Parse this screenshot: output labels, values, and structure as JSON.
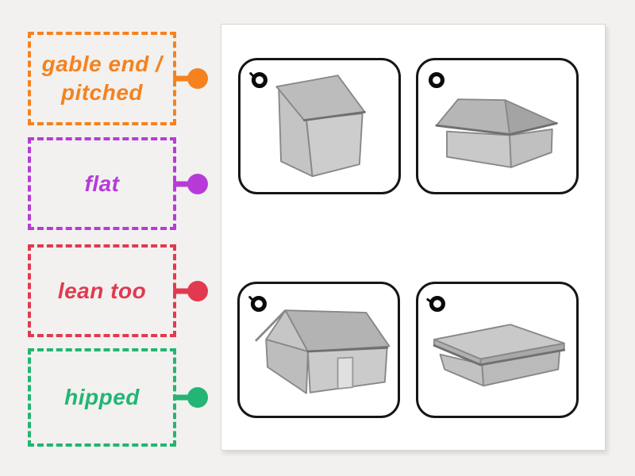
{
  "page": {
    "background_color": "#f2f1ef"
  },
  "labels": [
    {
      "text": "gable end / pitched",
      "color": "#F5821F"
    },
    {
      "text": "flat",
      "color": "#B73BD8"
    },
    {
      "text": "lean too",
      "color": "#E23950"
    },
    {
      "text": "hipped",
      "color": "#23B573"
    }
  ],
  "board": {
    "background_color": "#ffffff",
    "card_border_color": "#161616",
    "marker_color": "#0a0a0a",
    "cards": [
      {
        "image": "building with lean-to single-sloped roof"
      },
      {
        "image": "building with hipped roof"
      },
      {
        "image": "house with gable end pitched roof and door"
      },
      {
        "image": "building with flat roof"
      }
    ]
  }
}
